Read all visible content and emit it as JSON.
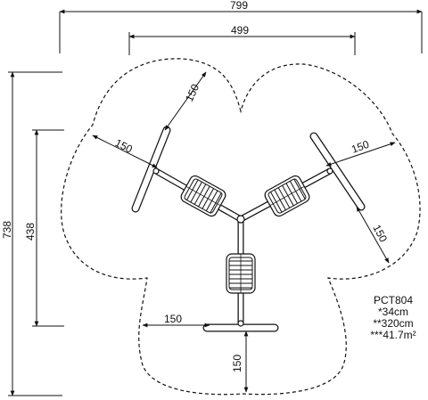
{
  "dimensions": {
    "overall_width": "799",
    "inner_width": "499",
    "overall_height": "738",
    "inner_height": "438",
    "clearance_top_left_a": "150",
    "clearance_top_left_b": "150",
    "clearance_right_a": "150",
    "clearance_right_b": "150",
    "clearance_bottom_a": "150",
    "clearance_bottom_b": "150"
  },
  "product": {
    "code": "PCT804",
    "height_note": "*34cm",
    "fall_height_note": "**320cm",
    "area_note": "***41.7m²"
  }
}
